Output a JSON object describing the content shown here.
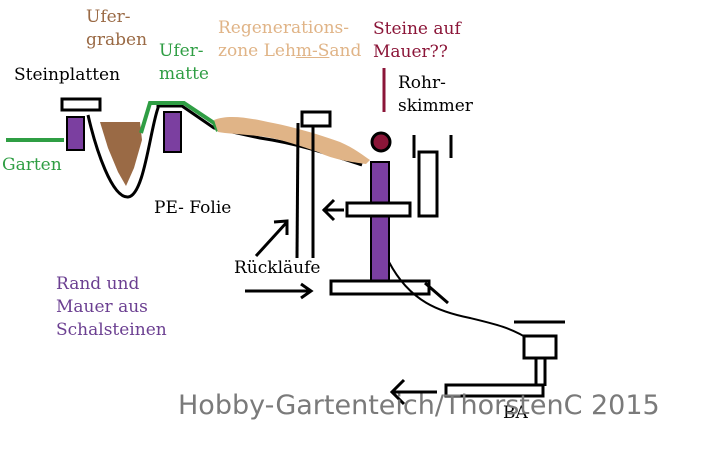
{
  "labels": {
    "steinplatten": "Steinplatten",
    "ufergraben": "Ufer-\ngraben",
    "ufermatte": "Ufer-\nmatte",
    "regeneration_line1": "Regenerations-",
    "regeneration_line2_a": "zone Leh",
    "regeneration_line2_b": "m-S",
    "regeneration_line2_c": "and",
    "steine": "Steine auf\nMauer??",
    "rohrskimmer": "Rohr-\nskimmer",
    "garten": "Garten",
    "pefolie": "PE- Folie",
    "ruecklaeufe": "Rückläufe",
    "rand": "Rand und\nMauer aus\nSchalsteinen",
    "ba": "BA"
  },
  "watermark": "Hobby-Gartenteich/ThorstenC 2015",
  "colors": {
    "garden_green": "#2f9e44",
    "graben_brown": "#9a6a45",
    "sand": "#e0b487",
    "wall_purple": "#7b3fa0",
    "stone_red": "#8b1538",
    "outline": "#000000",
    "watermark_gray": "#7a7a7a"
  }
}
